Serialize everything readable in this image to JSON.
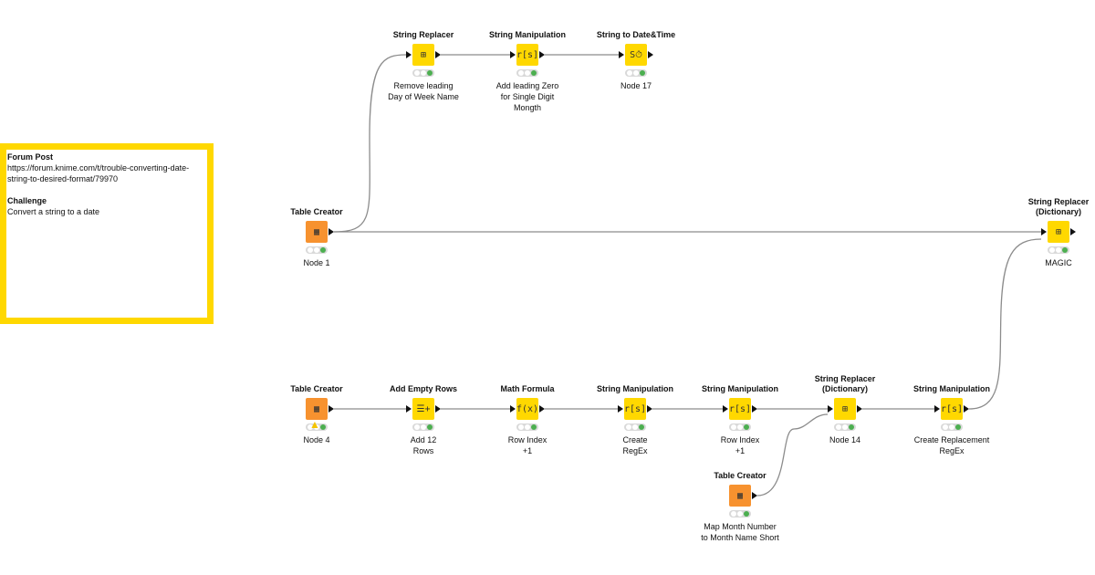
{
  "annotation": {
    "heading1": "Forum Post",
    "text1": "https://forum.knime.com/t/trouble-converting-date-string-to-desired-format/79970",
    "heading2": "Challenge",
    "text2": "Convert a string to a date"
  },
  "colors": {
    "manipulator": "#FFD800",
    "source": "#F7922F",
    "annotation_border": "#FFD800",
    "status_green": "#4caf50"
  },
  "nodes": [
    {
      "title": [
        "String Replacer"
      ],
      "label": [
        "Remove leading",
        "Day of Week Name"
      ],
      "kind": "manipulator",
      "icon": "string-replacer-icon",
      "glyph": "⊞"
    },
    {
      "title": [
        "String Manipulation"
      ],
      "label": [
        "Add leading Zero",
        "for Single Digit",
        "Mongth"
      ],
      "kind": "manipulator",
      "icon": "string-manipulation-icon",
      "glyph": "r[s]"
    },
    {
      "title": [
        "String to Date&Time"
      ],
      "label": [
        "Node 17"
      ],
      "kind": "manipulator",
      "icon": "string-to-date-icon",
      "glyph": "S⏱"
    },
    {
      "title": [
        "Table Creator"
      ],
      "label": [
        "Node 1"
      ],
      "kind": "source",
      "icon": "table-creator-icon",
      "glyph": "▦"
    },
    {
      "title": [
        "String Replacer",
        "(Dictionary)"
      ],
      "label": [
        "MAGIC"
      ],
      "kind": "manipulator",
      "icon": "dictionary-replacer-icon",
      "glyph": "⊞"
    },
    {
      "title": [
        "Table Creator"
      ],
      "label": [
        "Node 4"
      ],
      "kind": "source",
      "icon": "table-creator-icon",
      "glyph": "▦",
      "warning": true
    },
    {
      "title": [
        "Add Empty Rows"
      ],
      "label": [
        "Add 12",
        "Rows"
      ],
      "kind": "manipulator",
      "icon": "add-empty-rows-icon",
      "glyph": "☰+"
    },
    {
      "title": [
        "Math Formula"
      ],
      "label": [
        "Row Index",
        "+1"
      ],
      "kind": "manipulator",
      "icon": "math-formula-icon",
      "glyph": "f(x)"
    },
    {
      "title": [
        "String Manipulation"
      ],
      "label": [
        "Create",
        "RegEx"
      ],
      "kind": "manipulator",
      "icon": "string-manipulation-icon",
      "glyph": "r[s]"
    },
    {
      "title": [
        "String Manipulation"
      ],
      "label": [
        "Row Index",
        "+1"
      ],
      "kind": "manipulator",
      "icon": "string-manipulation-icon",
      "glyph": "r[s]"
    },
    {
      "title": [
        "String Replacer",
        "(Dictionary)"
      ],
      "label": [
        "Node 14"
      ],
      "kind": "manipulator",
      "icon": "dictionary-replacer-icon",
      "glyph": "⊞"
    },
    {
      "title": [
        "String Manipulation"
      ],
      "label": [
        "Create Replacement",
        "RegEx"
      ],
      "kind": "manipulator",
      "icon": "string-manipulation-icon",
      "glyph": "r[s]"
    },
    {
      "title": [
        "Table Creator"
      ],
      "label": [
        "Map Month Number",
        "to Month Name Short"
      ],
      "kind": "source",
      "icon": "table-creator-icon",
      "glyph": "▦"
    }
  ],
  "connections": [
    [
      3,
      0
    ],
    [
      0,
      1
    ],
    [
      1,
      2
    ],
    [
      3,
      4
    ],
    [
      5,
      6
    ],
    [
      6,
      7
    ],
    [
      7,
      8
    ],
    [
      8,
      9
    ],
    [
      9,
      10
    ],
    [
      12,
      10
    ],
    [
      10,
      11
    ],
    [
      11,
      4
    ]
  ]
}
